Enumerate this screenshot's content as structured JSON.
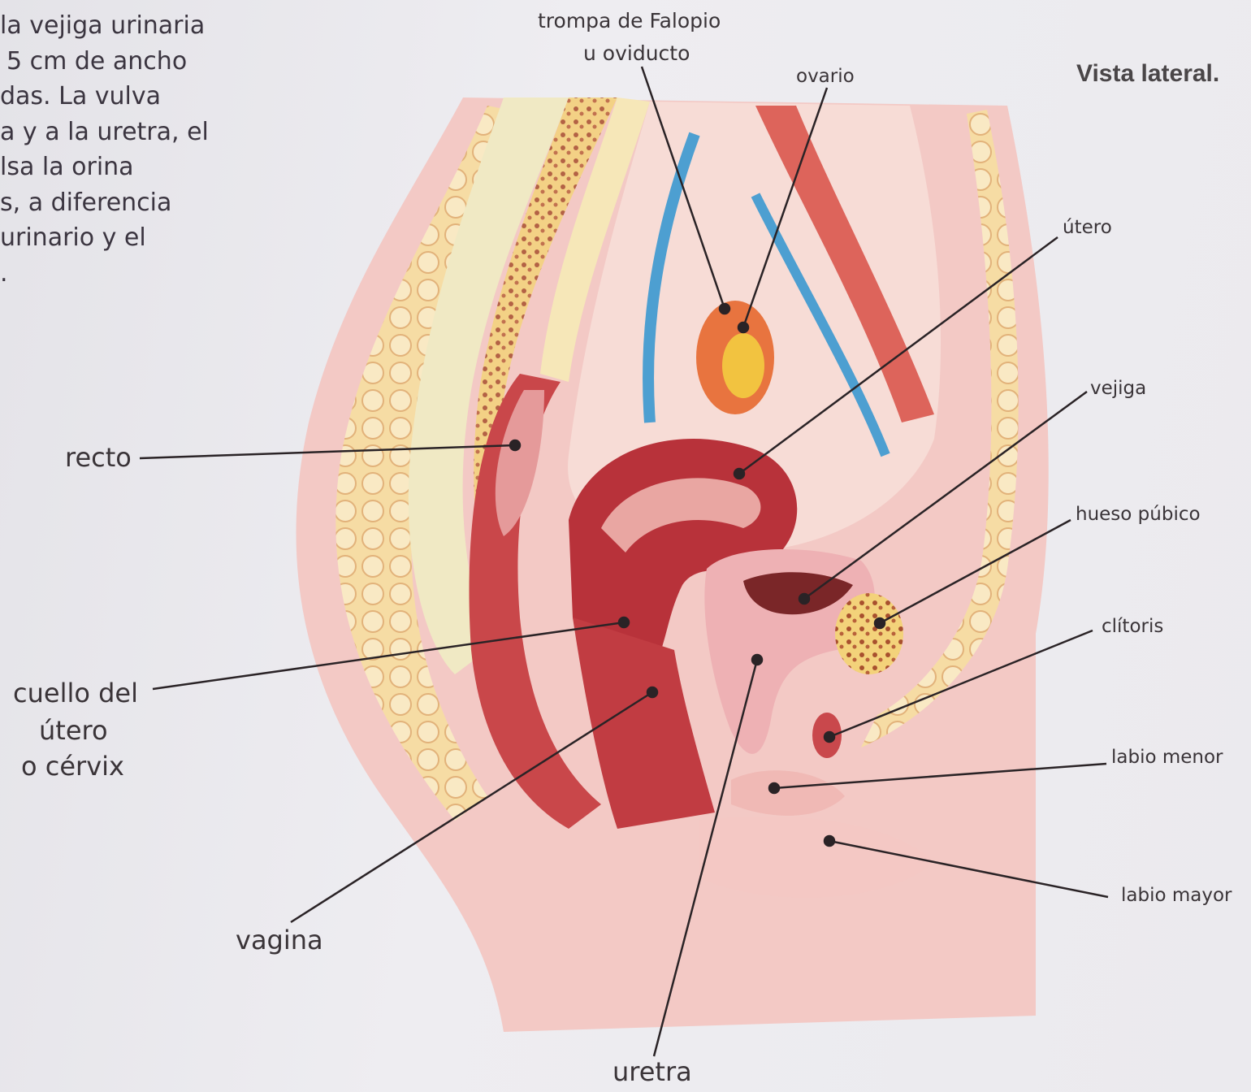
{
  "body_text": {
    "lines": [
      "la vejiga urinaria",
      "5 cm de ancho",
      "das. La vulva",
      "a y a la uretra, el",
      "lsa la orina",
      "s, a diferencia",
      "urinario y el",
      "."
    ]
  },
  "diagram": {
    "title": "Vista lateral.",
    "labels": {
      "trompa_line1": "trompa de Falopio",
      "trompa_line2": "u oviducto",
      "ovario": "ovario",
      "utero": "útero",
      "vejiga": "vejiga",
      "hueso_pubico": "hueso púbico",
      "clitoris": "clítoris",
      "labio_menor": "labio menor",
      "labio_mayor": "labio mayor",
      "recto": "recto",
      "cuello_line1": "cuello del",
      "cuello_line2": "útero",
      "cuello_line3": "o cérvix",
      "vagina": "vagina",
      "uretra": "uretra"
    }
  },
  "colors": {
    "skin": "#f2c9c6",
    "muscle": "#b8323a",
    "fat": "#f4d79a",
    "vein": "#4d9fd1",
    "leader": "#2a2326"
  }
}
